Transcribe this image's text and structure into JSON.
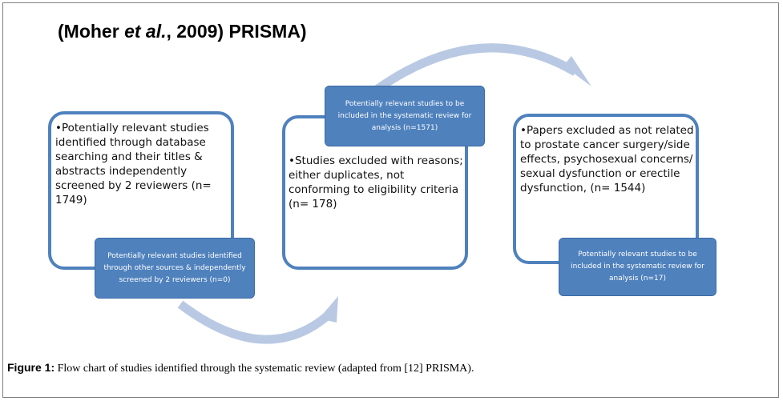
{
  "title": {
    "prefix": "(Moher ",
    "italic": "et al.",
    "suffix": ", 2009) PRISMA)"
  },
  "boxes": [
    {
      "outer_text": "•Potentially relevant studies identified through database searching and their titles & abstracts independently screened by 2 reviewers (n= 1749)",
      "inner_text": "Potentially relevant studies identified through other sources & independently screened by 2 reviewers (n=0)"
    },
    {
      "outer_text": "•Studies excluded with reasons; either duplicates, not conforming to eligibility criteria (n= 178)",
      "inner_text": "Potentially relevant studies to be included in the systematic review for analysis (n=1571)"
    },
    {
      "outer_text": "•Papers excluded as not related to prostate cancer surgery/side effects, psychosexual concerns/ sexual dysfunction or erectile dysfunction, (n= 1544)",
      "inner_text": "Potentially relevant studies to be included in the systematic review for analysis (n=17)"
    }
  ],
  "caption": {
    "label": "Figure 1:",
    "text": " Flow chart of studies identified through the systematic review (adapted from [12] PRISMA)."
  },
  "colors": {
    "box_border": "#4f81bd",
    "inner_fill": "#4f81bd",
    "arrow": "#b9c9e3"
  },
  "icons": [
    "curved-arrow-right-icon",
    "curved-arrow-up-icon"
  ]
}
